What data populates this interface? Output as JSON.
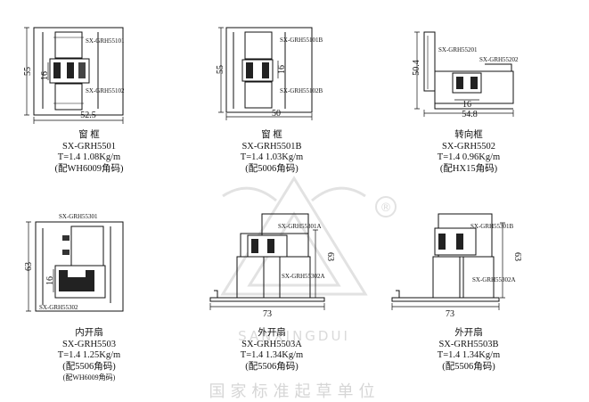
{
  "sections": [
    {
      "name": "窗 框",
      "code": "SX-GRH5501",
      "weight": "T=1.4  1.08Kg/m",
      "note": "(配WH6009角码)",
      "parts": [
        "SX-GRH55101",
        "SX-GRH55102"
      ],
      "dims": [
        "55",
        "16",
        "52.5"
      ]
    },
    {
      "name": "窗 框",
      "code": "SX-GRH5501B",
      "weight": "T=1.4  1.03Kg/m",
      "note": "(配5006角码)",
      "parts": [
        "SX-GRH55101B",
        "SX-GRH55102B"
      ],
      "dims": [
        "55",
        "16",
        "50"
      ]
    },
    {
      "name": "转向框",
      "code": "SX-GRH5502",
      "weight": "T=1.4  0.96Kg/m",
      "note": "(配HX15角码)",
      "parts": [
        "SX-GRH55201",
        "SX-GRH55202"
      ],
      "dims": [
        "50.4",
        "16",
        "54.8"
      ]
    },
    {
      "name": "内开扇",
      "code": "SX-GRH5503",
      "weight": "T=1.4  1.25Kg/m",
      "note": "(配5506角码)",
      "note2": "(配WH6009角码)",
      "parts": [
        "SX-GRH55301",
        "SX-GRH55302"
      ],
      "dims": [
        "63",
        "16"
      ]
    },
    {
      "name": "外开扇",
      "code": "SX-GRH5503A",
      "weight": "T=1.4  1.34Kg/m",
      "note": "(配5506角码)",
      "parts": [
        "SX-GRH55301A",
        "SX-GRH55302A"
      ],
      "dims": [
        "63",
        "73"
      ]
    },
    {
      "name": "外开扇",
      "code": "SX-GRH5503B",
      "weight": "T=1.4  1.34Kg/m",
      "note": "(配5506角码)",
      "parts": [
        "SX-GRH55301B",
        "SX-GRH55302A"
      ],
      "dims": [
        "63",
        "73"
      ]
    }
  ],
  "watermark": {
    "brand": "SANXINGDUI",
    "text": "国家标准起草单位",
    "mark": "®"
  }
}
